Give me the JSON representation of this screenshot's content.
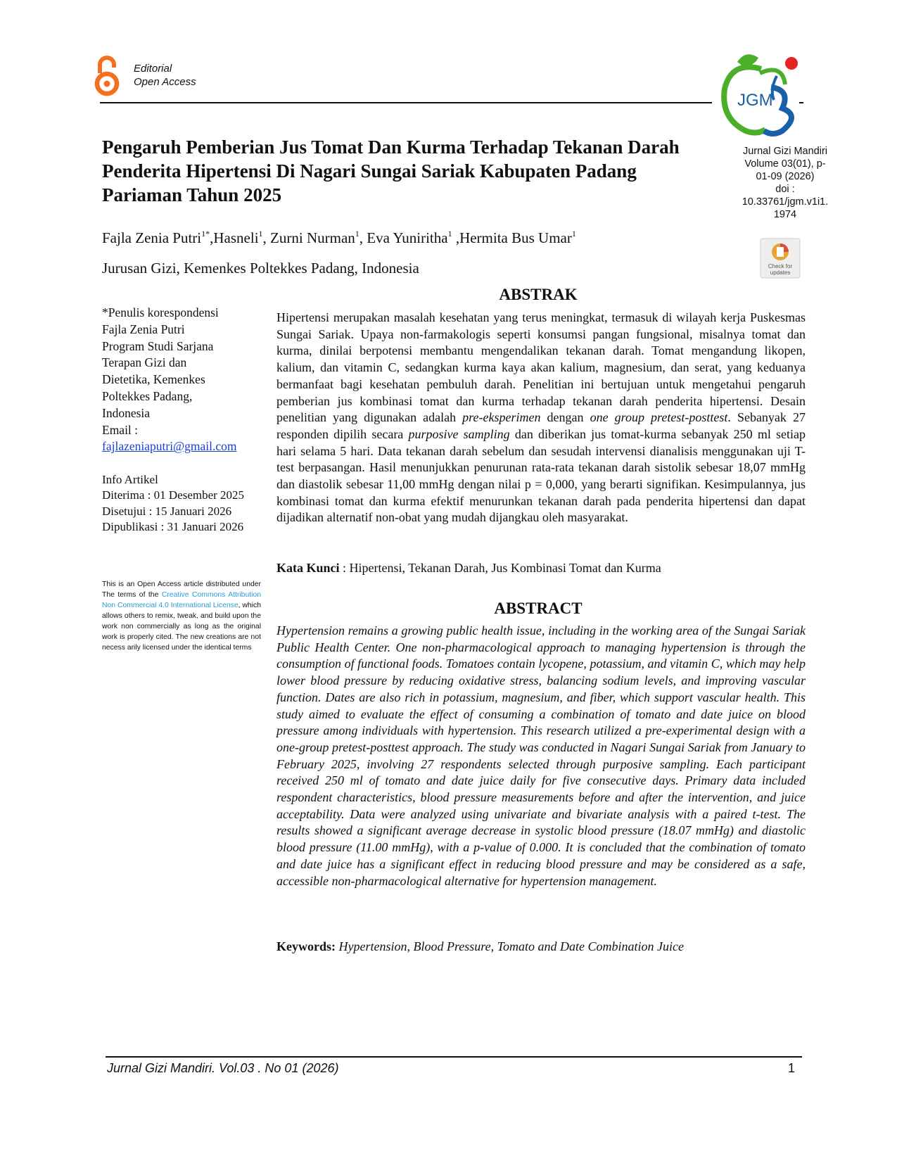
{
  "header": {
    "access_line1": "Editorial",
    "access_line2": "Open Access",
    "logo_text": "JGM",
    "check_updates_line1": "Check for",
    "check_updates_line2": "updates"
  },
  "journal_info": {
    "line1": "Jurnal Gizi Mandiri",
    "line2": "Volume 03(01), p-",
    "line3": "01-09 (2026)",
    "line4": "doi :",
    "line5": "10.33761/jgm.v1i1.",
    "line6": "1974"
  },
  "title": "Pengaruh Pemberian Jus Tomat Dan Kurma Terhadap Tekanan Darah Penderita Hipertensi Di Nagari Sungai Sariak Kabupaten Padang Pariaman Tahun 2025",
  "authors": [
    {
      "name": "Fajla Zenia Putri",
      "sup": "1*"
    },
    {
      "name": ",Hasneli",
      "sup": "1"
    },
    {
      "name": ", Zurni Nurman",
      "sup": "1"
    },
    {
      "name": ", Eva Yuniritha",
      "sup": "1"
    },
    {
      "name": " ,Hermita Bus Umar",
      "sup": "1"
    }
  ],
  "affiliation": "Jurusan Gizi, Kemenkes Poltekkes Padang, Indonesia",
  "correspondence": {
    "label": "*Penulis korespondensi",
    "name": "Fajla Zenia Putri",
    "l1": "Program Studi Sarjana",
    "l2": "Terapan Gizi dan",
    "l3": "Dietetika, Kemenkes",
    "l4": "Poltekkes Padang,",
    "l5": "Indonesia",
    "email_label": "Email :",
    "email": "fajlazeniaputri@gmail.com"
  },
  "article_info": {
    "heading": "Info Artikel",
    "received": "Diterima : 01 Desember 2025",
    "accepted": "Disetujui : 15 Januari 2026",
    "published": "Dipublikasi : 31 Januari 2026"
  },
  "license": {
    "before": "This is an Open Access article distributed under The terms of the ",
    "link": "Creative Commons Attribution Non Commercial 4.0 International License",
    "after": ", which allows others to remix, tweak, and build upon the work non commercially as long as the original work is properly cited. The new creations are not necess arily licensed under the identical terms"
  },
  "abstrak": {
    "heading": "ABSTRAK",
    "p1": "Hipertensi merupakan masalah kesehatan yang terus meningkat, termasuk di wilayah kerja Puskesmas Sungai Sariak. Upaya non-farmakologis seperti konsumsi pangan fungsional, misalnya tomat dan kurma, dinilai berpotensi membantu mengendalikan tekanan darah. Tomat mengandung likopen, kalium, dan vitamin C, sedangkan kurma kaya akan kalium, magnesium, dan serat, yang keduanya bermanfaat bagi kesehatan pembuluh darah. Penelitian ini bertujuan untuk mengetahui pengaruh pemberian jus kombinasi tomat dan kurma terhadap tekanan darah penderita hipertensi. Desain penelitian yang digunakan adalah ",
    "i1": "pre-eksperimen",
    "p2": " dengan ",
    "i2": "one group pretest-posttest",
    "p3": ". Sebanyak 27 responden dipilih secara ",
    "i3": "purposive sampling",
    "p4": " dan diberikan jus tomat-kurma sebanyak 250 ml setiap hari selama 5 hari. Data tekanan darah sebelum dan sesudah intervensi dianalisis menggunakan uji T-test berpasangan. Hasil menunjukkan penurunan rata-rata tekanan darah sistolik sebesar 18,07 mmHg dan diastolik sebesar 11,00 mmHg dengan nilai p = 0,000, yang berarti signifikan. Kesimpulannya, jus kombinasi tomat dan kurma efektif menurunkan tekanan darah pada penderita hipertensi dan dapat dijadikan alternatif non-obat yang mudah dijangkau oleh masyarakat.",
    "kw_label": "Kata Kunci",
    "kw": " : Hipertensi, Tekanan Darah, Jus Kombinasi Tomat dan Kurma"
  },
  "abstract": {
    "heading": "ABSTRACT",
    "body": "Hypertension remains a growing public health issue, including in the working area of the Sungai Sariak Public Health Center. One non-pharmacological approach to managing hypertension is through the consumption of functional foods. Tomatoes contain lycopene, potassium, and vitamin C, which may help lower blood pressure by reducing oxidative stress, balancing sodium levels, and improving vascular function. Dates are also rich in potassium, magnesium, and fiber, which support vascular health. This study aimed to evaluate the effect of consuming a combination of tomato and date juice on blood pressure among individuals with hypertension. This research utilized a pre-experimental design with a one-group pretest-posttest approach. The study was conducted in Nagari Sungai Sariak from January to February 2025, involving 27 respondents selected through purposive sampling. Each participant received 250 ml of tomato and date juice daily for five consecutive days. Primary data included respondent characteristics, blood pressure measurements before and after the intervention, and juice acceptability. Data were analyzed using univariate and bivariate analysis with a paired t-test. The results showed a significant average decrease in systolic blood pressure (18.07 mmHg) and diastolic blood pressure (11.00 mmHg), with a p-value of 0.000. It is concluded that the combination of tomato and date juice has a significant effect in reducing blood pressure and may be considered as a safe, accessible non-pharmacological alternative for hypertension management.",
    "kw_label": "Keywords:",
    "kw": "  Hypertension, Blood Pressure, Tomato and Date Combination Juice"
  },
  "footer": {
    "journal": "Jurnal Gizi Mandiri. Vol.03 . No 01 (2026)",
    "page": "1"
  },
  "colors": {
    "oa_orange": "#f37021",
    "logo_green": "#4caf2a",
    "logo_blue": "#1a5fa8",
    "logo_red": "#e52521",
    "link_blue": "#1a3fd6",
    "cc_link": "#2b9ad8"
  }
}
